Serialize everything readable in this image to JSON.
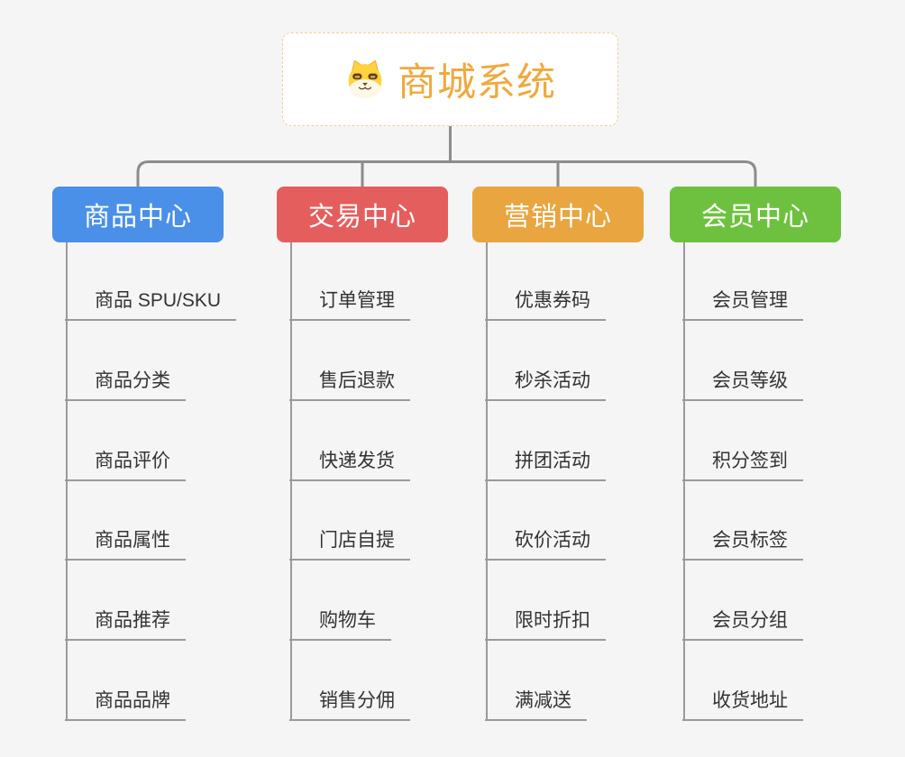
{
  "canvas": {
    "background": "#f5f5f5"
  },
  "root": {
    "title": "商城系统",
    "icon": "dog-face-icon",
    "text_color": "#efa93e",
    "border_color": "#f0cf96",
    "fill": "#ffffff"
  },
  "connector_color": "#8c8c8c",
  "child_line_color": "#9a9a9a",
  "child_text_color": "#333333",
  "branches": [
    {
      "label": "商品中心",
      "color": "#4a8fe8",
      "children": [
        "商品 SPU/SKU",
        "商品分类",
        "商品评价",
        "商品属性",
        "商品推荐",
        "商品品牌"
      ]
    },
    {
      "label": "交易中心",
      "color": "#e55e5e",
      "children": [
        "订单管理",
        "售后退款",
        "快递发货",
        "门店自提",
        "购物车",
        "销售分佣"
      ]
    },
    {
      "label": "营销中心",
      "color": "#e9a53f",
      "children": [
        "优惠券码",
        "秒杀活动",
        "拼团活动",
        "砍价活动",
        "限时折扣",
        "满减送"
      ]
    },
    {
      "label": "会员中心",
      "color": "#6ec13f",
      "children": [
        "会员管理",
        "会员等级",
        "积分签到",
        "会员标签",
        "会员分组",
        "收货地址"
      ]
    }
  ]
}
